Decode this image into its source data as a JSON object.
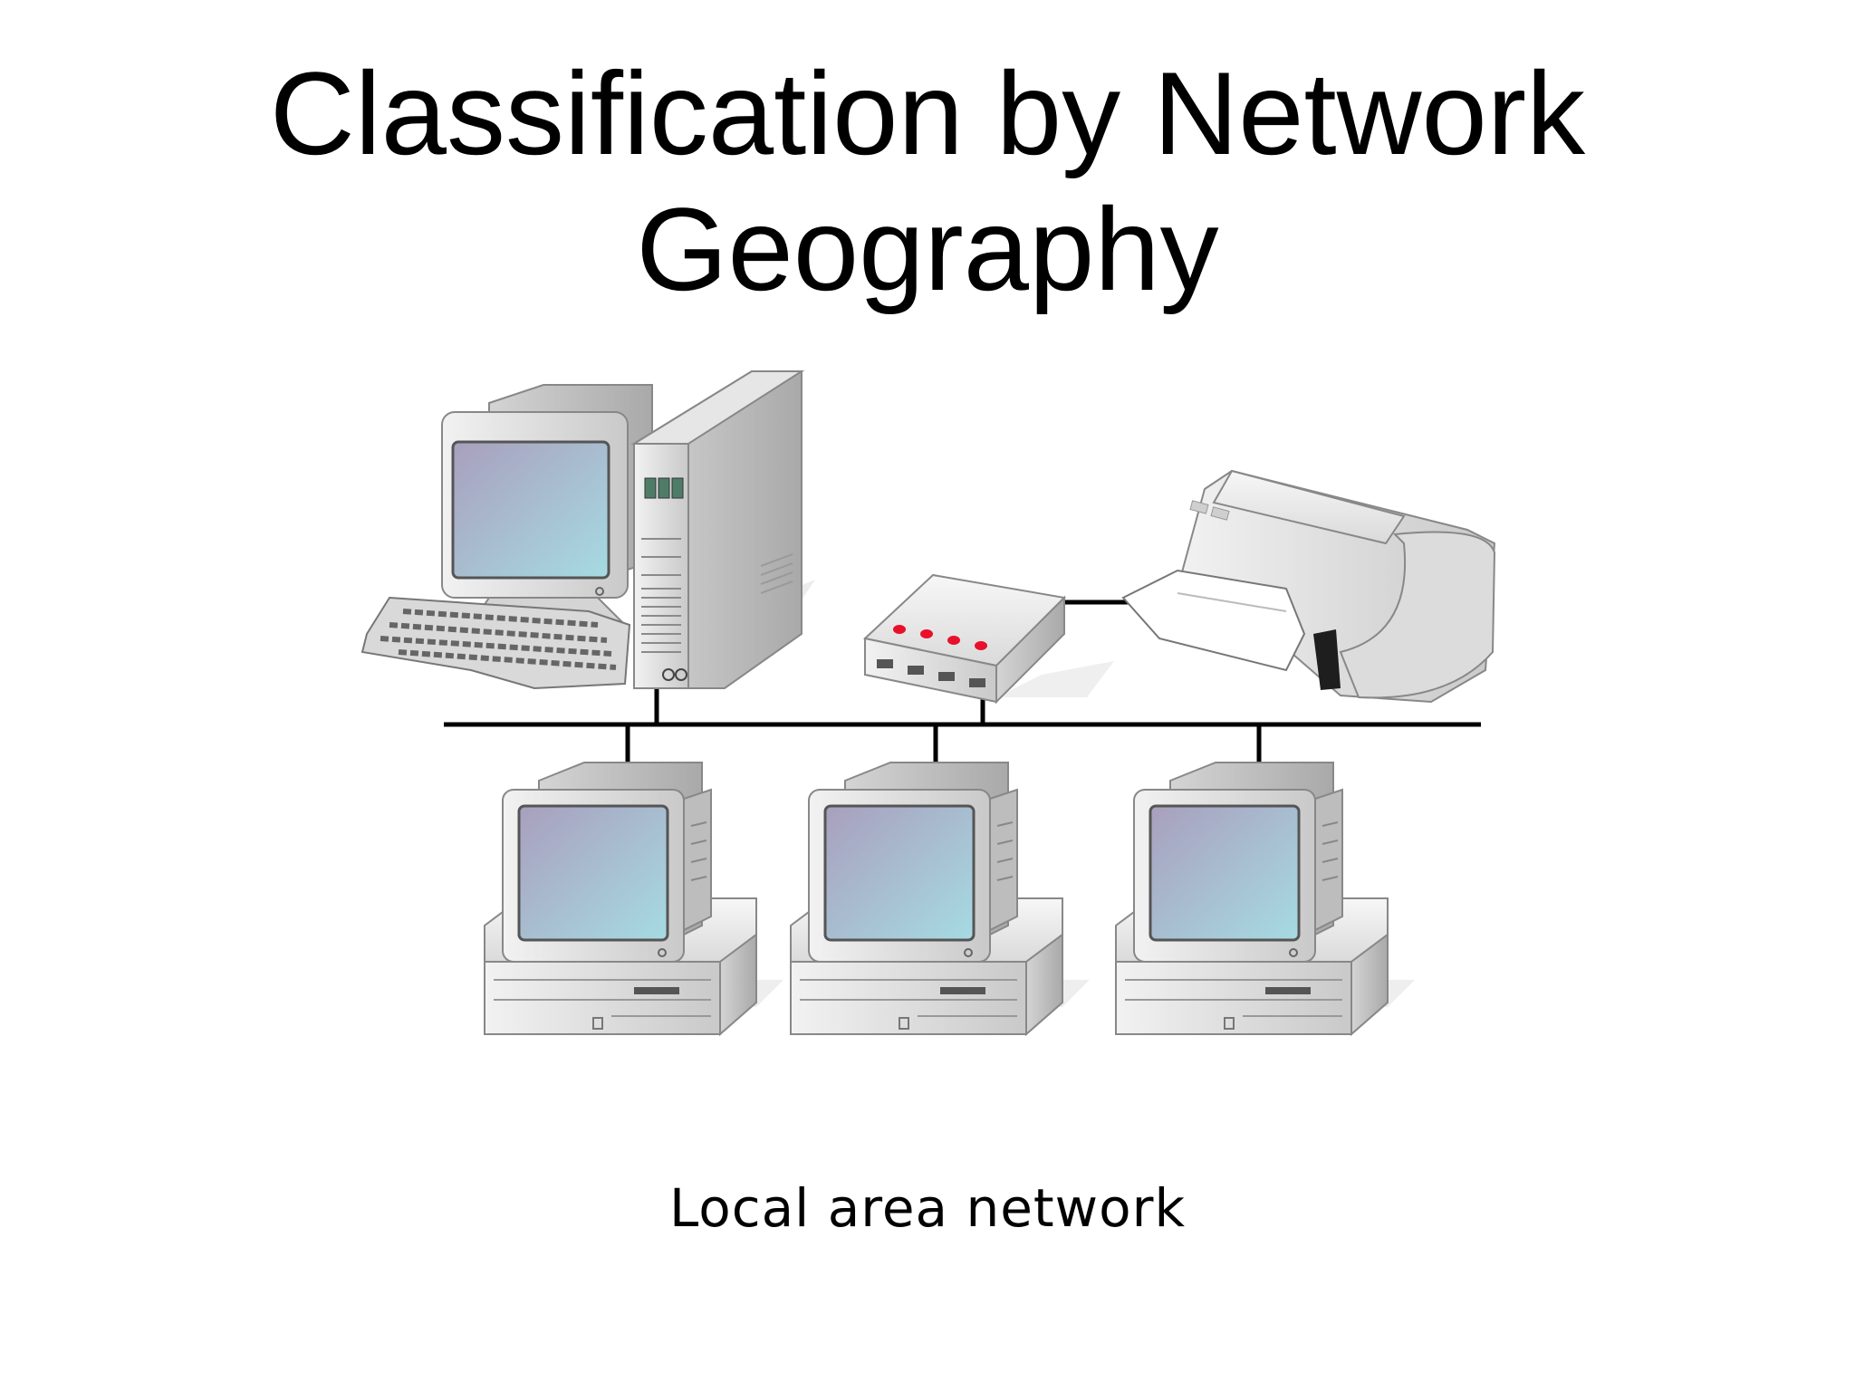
{
  "slide": {
    "title_line1": "Classification by Network",
    "title_line2": "Geography",
    "caption": "Local area network"
  },
  "diagram": {
    "nodes": [
      {
        "id": "workstation",
        "icon": "desktop-computer-with-tower-icon"
      },
      {
        "id": "hub",
        "icon": "network-hub-icon"
      },
      {
        "id": "printer",
        "icon": "printer-icon"
      },
      {
        "id": "pc-1",
        "icon": "desktop-computer-icon"
      },
      {
        "id": "pc-2",
        "icon": "desktop-computer-icon"
      },
      {
        "id": "pc-3",
        "icon": "desktop-computer-icon"
      }
    ],
    "links": [
      [
        "workstation",
        "bus"
      ],
      [
        "hub",
        "bus"
      ],
      [
        "hub",
        "printer"
      ],
      [
        "pc-1",
        "bus"
      ],
      [
        "pc-2",
        "bus"
      ],
      [
        "pc-3",
        "bus"
      ]
    ],
    "colors": {
      "screen_top": "#a99fbd",
      "screen_bottom": "#a6dbe3",
      "case": "#dcdcdc",
      "hub_led": "#e8102a",
      "line": "#000000"
    }
  }
}
